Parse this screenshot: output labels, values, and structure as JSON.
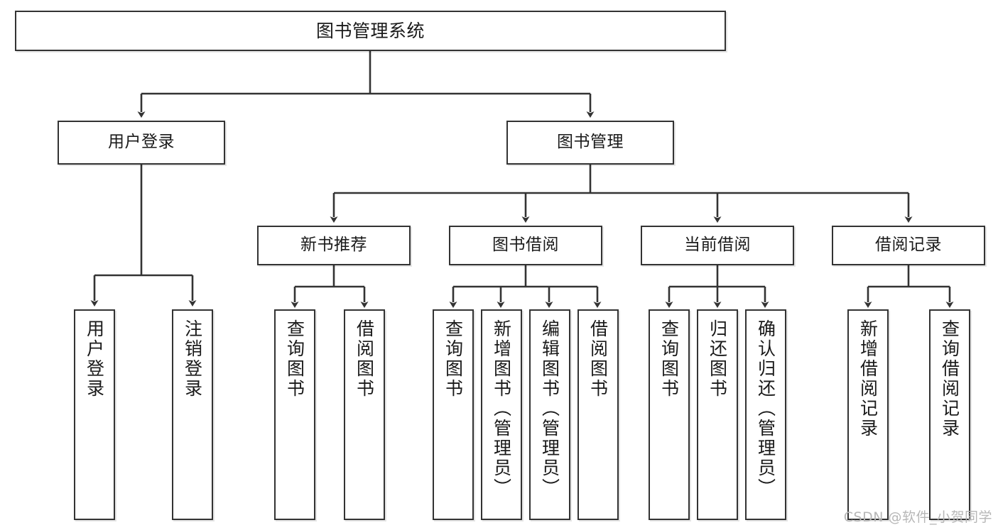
{
  "diagram": {
    "title": "图书管理系统",
    "type": "hierarchy-tree",
    "colors": {
      "node_border": "#333333",
      "node_fill": "#ffffff",
      "edge": "#333333",
      "text": "#1a1a1a",
      "watermark": "#b7b7b7",
      "background": "#ffffff"
    },
    "watermark": "CSDN @软件_小贺同学",
    "levels": {
      "root": "图书管理系统",
      "level2": [
        "用户登录",
        "图书管理"
      ],
      "level3": [
        "新书推荐",
        "图书借阅",
        "当前借阅",
        "借阅记录"
      ]
    },
    "nodes": {
      "root": {
        "label": "图书管理系统",
        "orientation": "horizontal"
      },
      "user_login": {
        "label": "用户登录",
        "orientation": "horizontal"
      },
      "book_manage": {
        "label": "图书管理",
        "orientation": "horizontal"
      },
      "new_book_rec": {
        "label": "新书推荐",
        "orientation": "horizontal"
      },
      "book_borrow": {
        "label": "图书借阅",
        "orientation": "horizontal"
      },
      "current_borrow": {
        "label": "当前借阅",
        "orientation": "horizontal"
      },
      "borrow_record": {
        "label": "借阅记录",
        "orientation": "horizontal"
      },
      "leaf_user_login": {
        "label": "用户登录",
        "orientation": "vertical"
      },
      "leaf_logout": {
        "label": "注销登录",
        "orientation": "vertical"
      },
      "leaf_query_book_rec": {
        "label": "查询图书",
        "orientation": "vertical"
      },
      "leaf_borrow_book_rec": {
        "label": "借阅图书",
        "orientation": "vertical"
      },
      "leaf_query_book_borrow": {
        "label": "查询图书",
        "orientation": "vertical"
      },
      "leaf_add_book": {
        "label": "新增图书（管理员）",
        "orientation": "vertical"
      },
      "leaf_edit_book": {
        "label": "编辑图书（管理员）",
        "orientation": "vertical"
      },
      "leaf_borrow_book": {
        "label": "借阅图书",
        "orientation": "vertical"
      },
      "leaf_query_book_cur": {
        "label": "查询图书",
        "orientation": "vertical"
      },
      "leaf_return_book": {
        "label": "归还图书",
        "orientation": "vertical"
      },
      "leaf_confirm_return": {
        "label": "确认归还（管理员）",
        "orientation": "vertical"
      },
      "leaf_add_record": {
        "label": "新增借阅记录",
        "orientation": "vertical"
      },
      "leaf_query_record": {
        "label": "查询借阅记录",
        "orientation": "vertical"
      }
    },
    "tree": {
      "图书管理系统": {
        "用户登录": [
          "用户登录",
          "注销登录"
        ],
        "图书管理": {
          "新书推荐": [
            "查询图书",
            "借阅图书"
          ],
          "图书借阅": [
            "查询图书",
            "新增图书（管理员）",
            "编辑图书（管理员）",
            "借阅图书"
          ],
          "当前借阅": [
            "查询图书",
            "归还图书",
            "确认归还（管理员）"
          ],
          "借阅记录": [
            "新增借阅记录",
            "查询借阅记录"
          ]
        }
      }
    }
  }
}
